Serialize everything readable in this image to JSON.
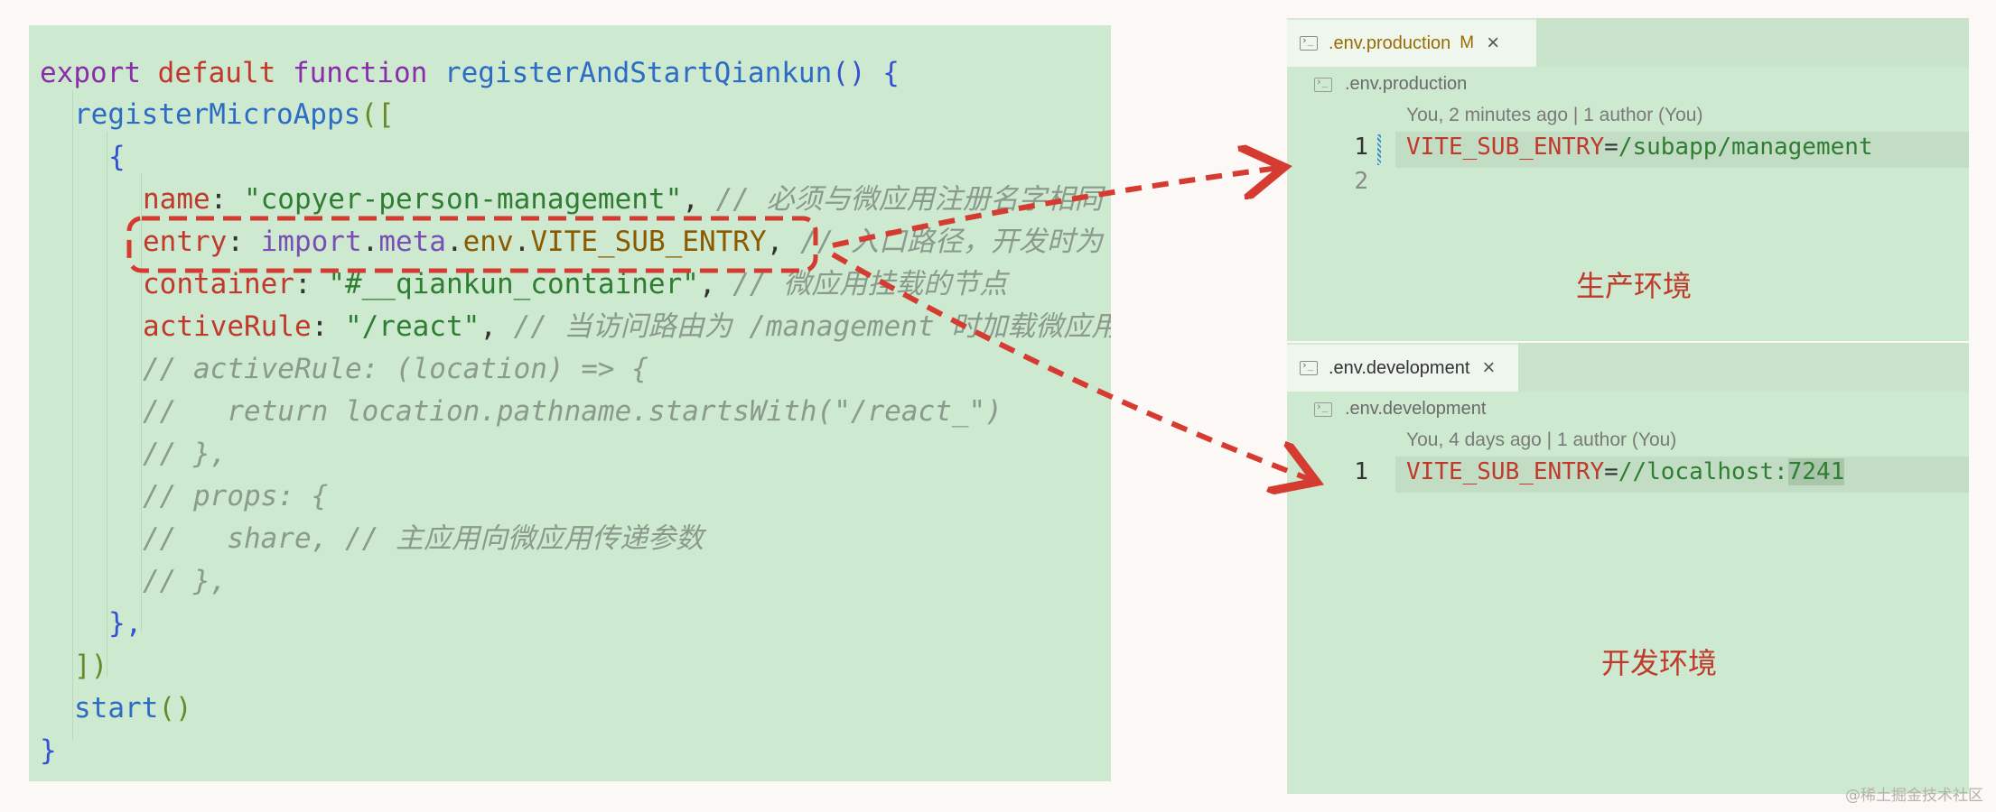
{
  "code": {
    "line1": {
      "kw1": "export",
      "kw2": "default",
      "kw3": "function",
      "fn": "registerAndStartQiankun",
      "tail": "() {"
    },
    "line2": {
      "fn": "registerMicroApps",
      "tail": "(["
    },
    "line3": {
      "text": "{"
    },
    "line4": {
      "prop": "name",
      "str": "\"copyer-person-management\"",
      "cm": "// 必须与微应用注册名字相同"
    },
    "line5": {
      "prop": "entry",
      "obj1": "import",
      "obj2": "meta",
      "obj3": "env",
      "var": "VITE_SUB_ENTRY",
      "cm": "// 入口路径，开发时为"
    },
    "line6": {
      "prop": "container",
      "str": "\"#__qiankun_container\"",
      "cm": "// 微应用挂载的节点"
    },
    "line7": {
      "prop": "activeRule",
      "str": "\"/react\"",
      "cm": "// 当访问路由为 /management 时加载微应用"
    },
    "line8": "// activeRule: (location) => {",
    "line9": "//   return location.pathname.startsWith(\"/react_\")",
    "line10": "// },",
    "line11": "// props: {",
    "line12": "//   share, // 主应用向微应用传递参数",
    "line13": "// },",
    "line14": "},",
    "line15": "])",
    "line16": {
      "fn": "start",
      "tail": "()"
    },
    "line17": "}"
  },
  "prod": {
    "tab": ".env.production",
    "tab_mod": "M",
    "crumb": ".env.production",
    "blame": "You, 2 minutes ago | 1 author (You)",
    "ln1": "1",
    "ln2": "2",
    "key": "VITE_SUB_ENTRY",
    "eq": "=",
    "val": "/subapp/management",
    "title": "生产环境"
  },
  "dev": {
    "tab": ".env.development",
    "crumb": ".env.development",
    "blame": "You, 4 days ago | 1 author (You)",
    "ln1": "1",
    "key": "VITE_SUB_ENTRY",
    "eq": "=",
    "val_a": "//localhost:",
    "val_b": "7241",
    "title": "开发环境"
  },
  "close_glyph": "×",
  "watermark": "@稀土掘金技术社区",
  "colors": {
    "annotation": "#d63b32",
    "panel": "#cde9cf"
  }
}
